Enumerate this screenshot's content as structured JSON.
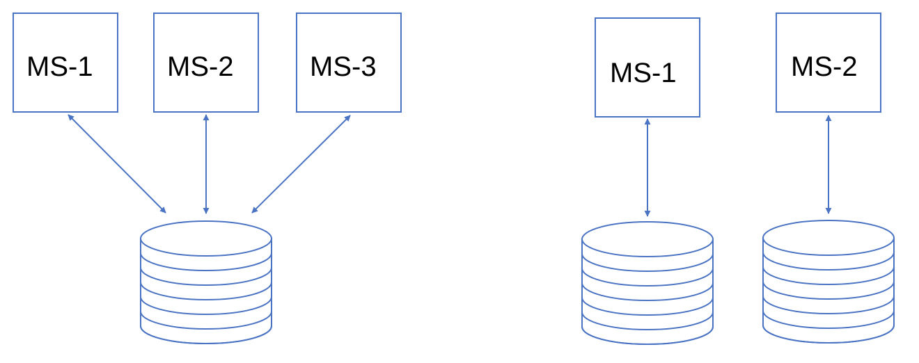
{
  "colors": {
    "stroke": "#4a73c3",
    "background": "#ffffff",
    "text": "#000000"
  },
  "diagrams": [
    {
      "name": "shared-database",
      "services": [
        {
          "id": "ms1",
          "label": "MS-1"
        },
        {
          "id": "ms2",
          "label": "MS-2"
        },
        {
          "id": "ms3",
          "label": "MS-3"
        }
      ],
      "databases": [
        {
          "id": "db-shared"
        }
      ],
      "links": [
        {
          "from": "ms1",
          "to": "db-shared"
        },
        {
          "from": "ms2",
          "to": "db-shared"
        },
        {
          "from": "ms3",
          "to": "db-shared"
        }
      ]
    },
    {
      "name": "database-per-service",
      "services": [
        {
          "id": "ms1",
          "label": "MS-1"
        },
        {
          "id": "ms2",
          "label": "MS-2"
        }
      ],
      "databases": [
        {
          "id": "db-ms1"
        },
        {
          "id": "db-ms2"
        }
      ],
      "links": [
        {
          "from": "ms1",
          "to": "db-ms1"
        },
        {
          "from": "ms2",
          "to": "db-ms2"
        }
      ]
    }
  ]
}
